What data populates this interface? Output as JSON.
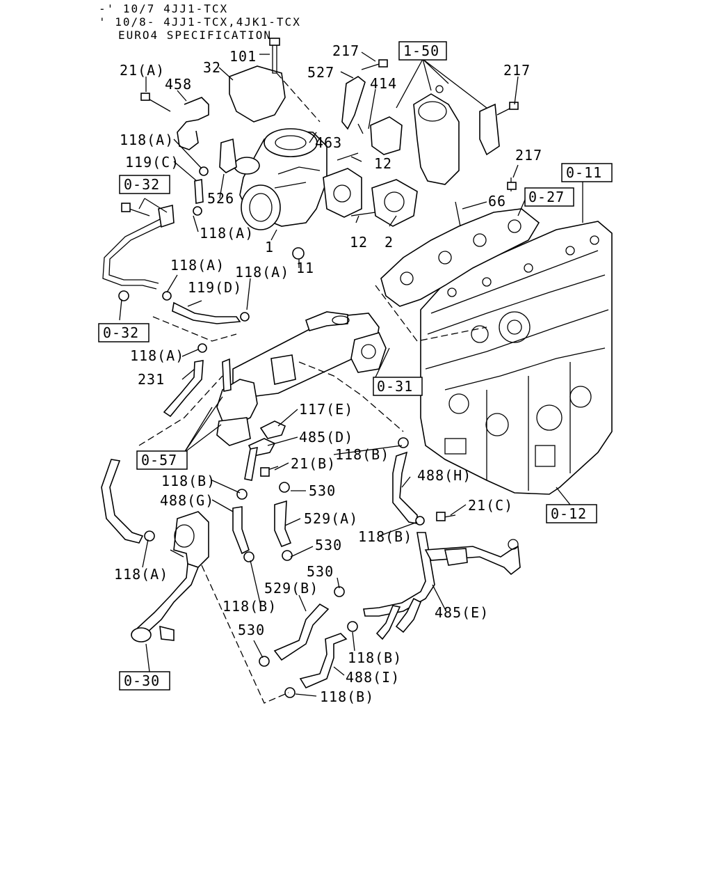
{
  "header": {
    "line1": "-' 10/7 4JJ1-TCX",
    "line2": "' 10/8- 4JJ1-TCX,4JK1-TCX",
    "line3": "EURO4 SPECIFICATION"
  },
  "ref_boxes": [
    "1-50",
    "0-32",
    "0-11",
    "0-27",
    "0-32",
    "0-31",
    "0-57",
    "0-12",
    "0-30"
  ],
  "labels": [
    "101",
    "217",
    "32",
    "527",
    "414",
    "217",
    "21(A)",
    "458",
    "463",
    "118(A)",
    "12",
    "119(C)",
    "217",
    "526",
    "66",
    "118(A)",
    "1",
    "12",
    "2",
    "118(A)",
    "118(A)",
    "11",
    "119(D)",
    "118(A)",
    "231",
    "117(E)",
    "485(D)",
    "118(B)",
    "21(B)",
    "118(B)",
    "488(H)",
    "530",
    "488(G)",
    "529(A)",
    "21(C)",
    "118(B)",
    "530",
    "118(A)",
    "530",
    "529(B)",
    "118(B)",
    "485(E)",
    "530",
    "118(B)",
    "488(I)",
    "118(B)"
  ]
}
